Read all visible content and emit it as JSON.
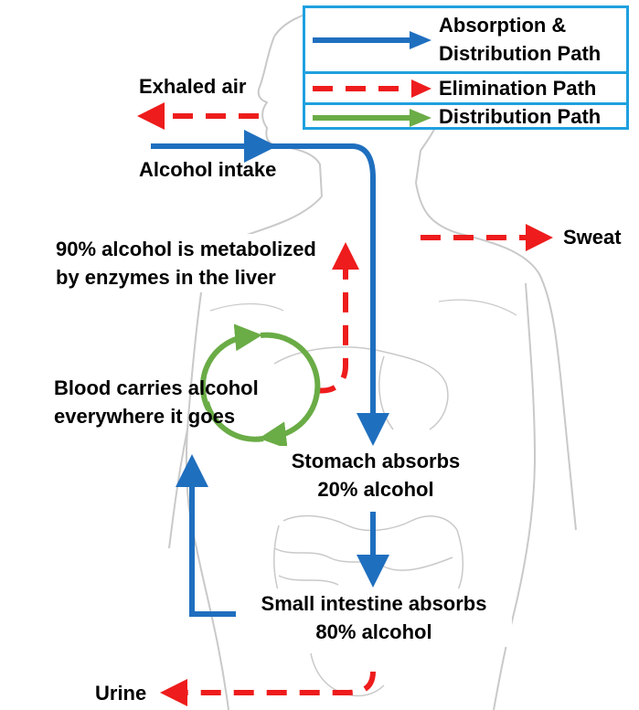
{
  "legend": {
    "items": [
      {
        "label_line1": "Absorption &",
        "label_line2": "Distribution Path",
        "style": "solid-blue",
        "color": "#1f6fbf"
      },
      {
        "label": "Elimination Path",
        "style": "dashed-red",
        "color": "#ee1c1c"
      },
      {
        "label": "Distribution Path",
        "style": "solid-green",
        "color": "#6aac46"
      }
    ]
  },
  "labels": {
    "exhaled_air": "Exhaled air",
    "alcohol_intake": "Alcohol intake",
    "sweat": "Sweat",
    "liver_line1": "90% alcohol is metabolized",
    "liver_line2": "by enzymes in the liver",
    "blood_line1": "Blood carries alcohol",
    "blood_line2": "everywhere it goes",
    "stomach_line1": "Stomach absorbs",
    "stomach_line2": "20% alcohol",
    "intestine_line1": "Small intestine absorbs",
    "intestine_line2": "80% alcohol",
    "urine": "Urine"
  },
  "colors": {
    "absorption": "#1f6fbf",
    "elimination": "#ee1c1c",
    "distribution": "#6aac46",
    "legend_border": "#1fa0df",
    "body_outline": "#c9c9c9"
  }
}
